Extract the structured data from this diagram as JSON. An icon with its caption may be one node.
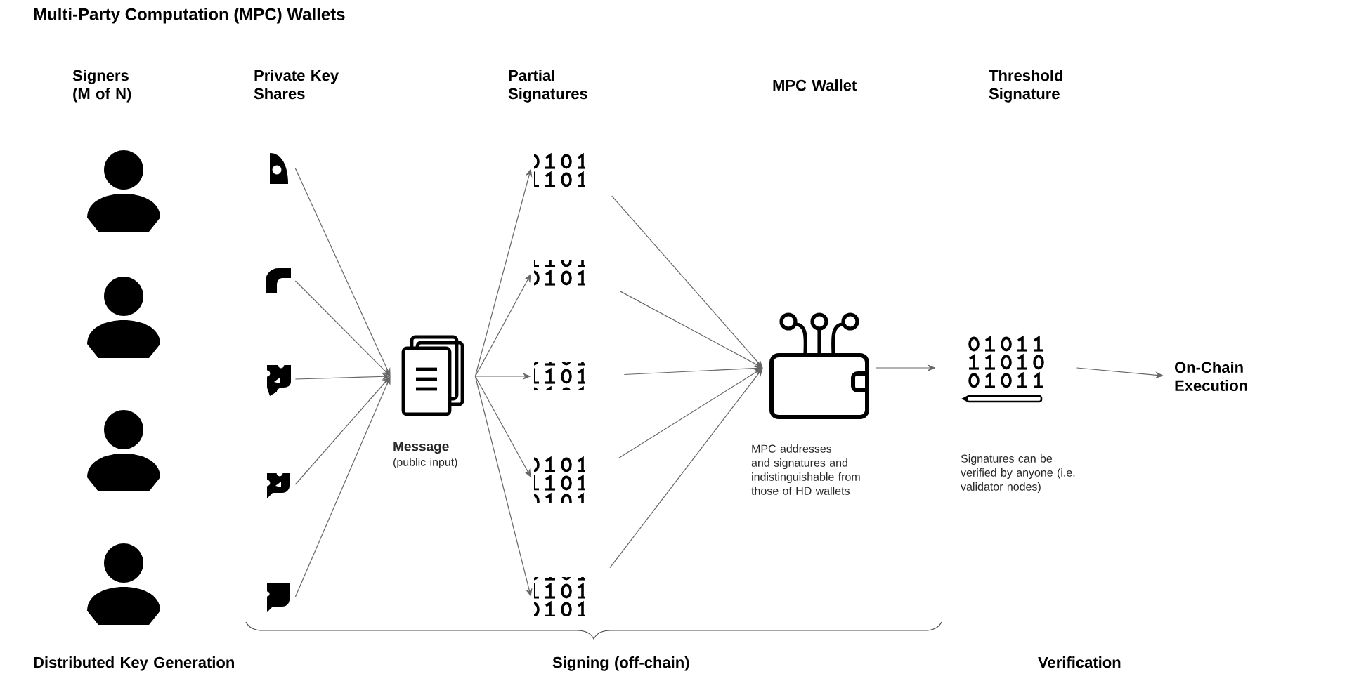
{
  "diagram": {
    "title": "Multi-Party Computation (MPC) Wallets",
    "nodes": [
      {
        "text": [],
        "shape": "person"
      },
      {
        "text": [],
        "shape": "person"
      },
      {
        "text": [],
        "shape": "person"
      },
      {
        "text": [],
        "shape": "person"
      },
      {
        "text": [],
        "shape": "picture"
      },
      {
        "text": [],
        "shape": "picture"
      },
      {
        "text": [],
        "shape": "picture"
      },
      {
        "text": [],
        "shape": "picture"
      },
      {
        "text": [],
        "shape": "picture"
      },
      {
        "text": [
          "Message",
          "(public input)"
        ]
      },
      {
        "text": [],
        "shape": "picture"
      },
      {
        "text": [],
        "shape": "picture"
      },
      {
        "text": [],
        "shape": "picture"
      },
      {
        "text": [],
        "shape": "picture"
      },
      {
        "text": [],
        "shape": "picture"
      },
      {
        "text": [
          "MPC addresses and signatures and indistinguishable from those of HD wallets"
        ]
      },
      {
        "text": [
          "Signatures can be verified by anyone (i.e. validator nodes)"
        ]
      },
      {
        "text": [
          "On-Chain Execution"
        ]
      }
    ],
    "edges": [
      {
        "from": 4,
        "to": 9,
        "arrow": "to"
      },
      {
        "from": 5,
        "to": 9,
        "arrow": "to"
      },
      {
        "from": 6,
        "to": 9,
        "arrow": "to"
      },
      {
        "from": 7,
        "to": 9,
        "arrow": "to"
      },
      {
        "from": 8,
        "to": 9,
        "arrow": "to"
      },
      {
        "from": 9,
        "to": 10,
        "arrow": "to"
      },
      {
        "from": 9,
        "to": 11,
        "arrow": "to"
      },
      {
        "from": 9,
        "to": 12,
        "arrow": "to"
      },
      {
        "from": 9,
        "to": 13,
        "arrow": "to"
      },
      {
        "from": 9,
        "to": 14,
        "arrow": "to"
      },
      {
        "from": 10,
        "to": 15,
        "arrow": "to"
      },
      {
        "from": 11,
        "to": 15,
        "arrow": "to"
      },
      {
        "from": 12,
        "to": 15,
        "arrow": "to"
      },
      {
        "from": 13,
        "to": 15,
        "arrow": "to"
      },
      {
        "from": 14,
        "to": 15,
        "arrow": "to"
      },
      {
        "from": 15,
        "to": 16,
        "arrow": "to"
      },
      {
        "from": 16,
        "to": 17,
        "arrow": "to"
      }
    ],
    "labels": [
      "Signers (M of N)",
      "Private Key Shares",
      "Partial Signatures",
      "MPC Wallet",
      "Threshold Signature",
      "Distributed Key Generation",
      "Signing (off-chain)",
      "Verification"
    ]
  }
}
